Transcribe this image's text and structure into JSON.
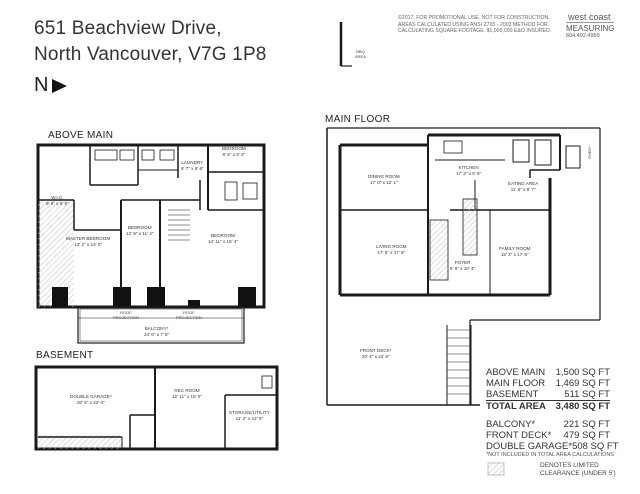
{
  "header": {
    "address_line1": "651 Beachview Drive,",
    "address_line2": "North Vancouver, V7G 1P8",
    "north_label": "N"
  },
  "disclaimer": [
    "©2017. FOR PROMOTIONAL USE. NOT FOR CONSTRUCTION.",
    "AREAS CALCULATED USING ANSI Z765 - 2003 METHOD FOR",
    "CALCULATING SQUARE FOOTAGE. $1,000,000 E&O INSURED."
  ],
  "logo": {
    "line1": "west coast",
    "line2": "MEASURING",
    "phone": "604.492.4959"
  },
  "sections": {
    "above_main": "ABOVE MAIN",
    "main_floor": "MAIN FLOOR",
    "basement": "BASEMENT"
  },
  "rooms": {
    "bbq_area": [
      "BBQ",
      "AREA"
    ],
    "bedroom_top": [
      "BEDROOM",
      "8' 6\" x 9' 3\""
    ],
    "laundry": [
      "LAUNDRY",
      "6' 7\" x 6' 8\""
    ],
    "wic": [
      "W.I.C.",
      "9' 6\" x 5' 9\""
    ],
    "master": [
      "MASTER BEDROOM",
      "13' 2\" x 13' 0\""
    ],
    "bedroom_mid": [
      "BEDROOM",
      "12' 9\" x 11' 4\""
    ],
    "bedroom_right": [
      "BEDROOM",
      "14' 11\" x 15' 4\""
    ],
    "roof_projection": [
      "ROOF",
      "PROJECTION"
    ],
    "balcony": [
      "BALCONY*",
      "24' 6\" x 7' 8\""
    ],
    "dining": [
      "DINING ROOM",
      "17' 0\" x 12' 1\""
    ],
    "kitchen": [
      "KITCHEN",
      "17' 3\" x 9' 6\""
    ],
    "eating": [
      "EATING AREA",
      "11' 6\" x 8' 7\""
    ],
    "living": [
      "LIVING ROOM",
      "17' 5\" x 17' 9\""
    ],
    "foyer": [
      "FOYER",
      "6' 9\" x 10' 4\""
    ],
    "family": [
      "FAMILY ROOM",
      "15' 3\" x 17' 8\""
    ],
    "shed": [
      "SHED*"
    ],
    "front_deck": [
      "FRONT DECK*",
      "20' 4\" x 23' 6\""
    ],
    "garage": [
      "DOUBLE GARAGE*",
      "20' 6\" x 22' 0\""
    ],
    "rec": [
      "REC ROOM",
      "12' 11\" x 15' 0\""
    ],
    "storage": [
      "STORAGE/UTILITY",
      "11' 2\" x 12' 0\""
    ]
  },
  "area_table": {
    "rows": [
      {
        "label": "ABOVE MAIN",
        "value": "1,500 SQ FT"
      },
      {
        "label": "MAIN FLOOR",
        "value": "1,469 SQ FT"
      },
      {
        "label": "BASEMENT",
        "value": "511 SQ FT"
      },
      {
        "label": "TOTAL AREA",
        "value": "3,480 SQ FT"
      }
    ],
    "extra_rows": [
      {
        "label": "BALCONY*",
        "value": "221 SQ FT"
      },
      {
        "label": "FRONT DECK*",
        "value": "479 SQ FT"
      },
      {
        "label": "DOUBLE GARAGE*",
        "value": "508 SQ FT"
      }
    ],
    "note": "*NOT INCLUDED IN TOTAL AREA CALCULATIONS"
  },
  "legend": {
    "line1": "DENOTES LIMITED",
    "line2": "CLEARANCE (UNDER 5')"
  },
  "colors": {
    "wall": "#1a1a1a",
    "line": "#444444",
    "text": "#333333",
    "hatch": "#bbbbbb"
  }
}
